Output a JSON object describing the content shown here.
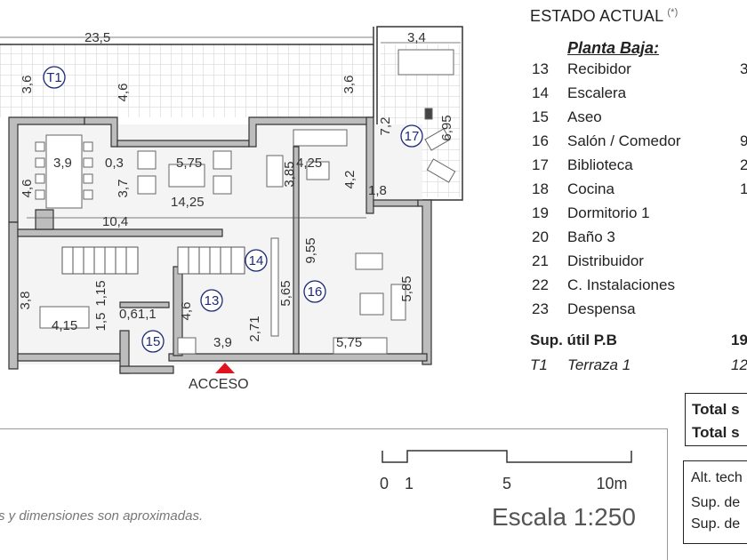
{
  "plan": {
    "dimensions": [
      "23,5",
      "3,4",
      "3,6",
      "4,6",
      "3,6",
      "7,2",
      "6,95",
      "3,9",
      "0,3",
      "5,75",
      "4,25",
      "4,6",
      "3,7",
      "14,25",
      "3,85",
      "4,2",
      "1,8",
      "10,4",
      "9,55",
      "3,8",
      "1,15",
      "1,5",
      "0,61,1",
      "4,6",
      "5,65",
      "5,85",
      "4,15",
      "3,9",
      "2,71",
      "5,75"
    ],
    "room_labels": [
      "T1",
      "17",
      "14",
      "13",
      "16",
      "15"
    ],
    "access_label": "ACCESO"
  },
  "legend": {
    "header": "ESTADO ACTUAL",
    "header_note": "(*)",
    "section_title": "Planta Baja:",
    "rooms": [
      {
        "num": "13",
        "name": "Recibidor",
        "value": "3"
      },
      {
        "num": "14",
        "name": "Escalera",
        "value": ""
      },
      {
        "num": "15",
        "name": "Aseo",
        "value": ""
      },
      {
        "num": "16",
        "name": "Salón / Comedor",
        "value": "9"
      },
      {
        "num": "17",
        "name": "Biblioteca",
        "value": "2"
      },
      {
        "num": "18",
        "name": "Cocina",
        "value": "1"
      },
      {
        "num": "19",
        "name": "Dormitorio 1",
        "value": ""
      },
      {
        "num": "20",
        "name": "Baño 3",
        "value": ""
      },
      {
        "num": "21",
        "name": "Distribuidor",
        "value": ""
      },
      {
        "num": "22",
        "name": "C. Instalaciones",
        "value": ""
      },
      {
        "num": "23",
        "name": "Despensa",
        "value": ""
      }
    ],
    "sup_util_label": "Sup. útil  P.B",
    "sup_util_value": "19",
    "terrace_num": "T1",
    "terrace_name": "Terraza 1",
    "terrace_value": "12"
  },
  "totals": {
    "line1": "Total s",
    "line2": "Total s"
  },
  "alts": {
    "line1": "Alt. tech",
    "line2": "Sup. de",
    "line3": "Sup. de"
  },
  "scalebar": {
    "ticks": [
      "0",
      "1",
      "5",
      "10m"
    ]
  },
  "disclaimer": "s y dimensiones son aproximadas.",
  "scale_text": "Escala 1:250",
  "colors": {
    "wall": "#bdbdbd",
    "wall_stroke": "#333333",
    "room_label": "#1b2a78",
    "access_arrow": "#e0141e"
  }
}
